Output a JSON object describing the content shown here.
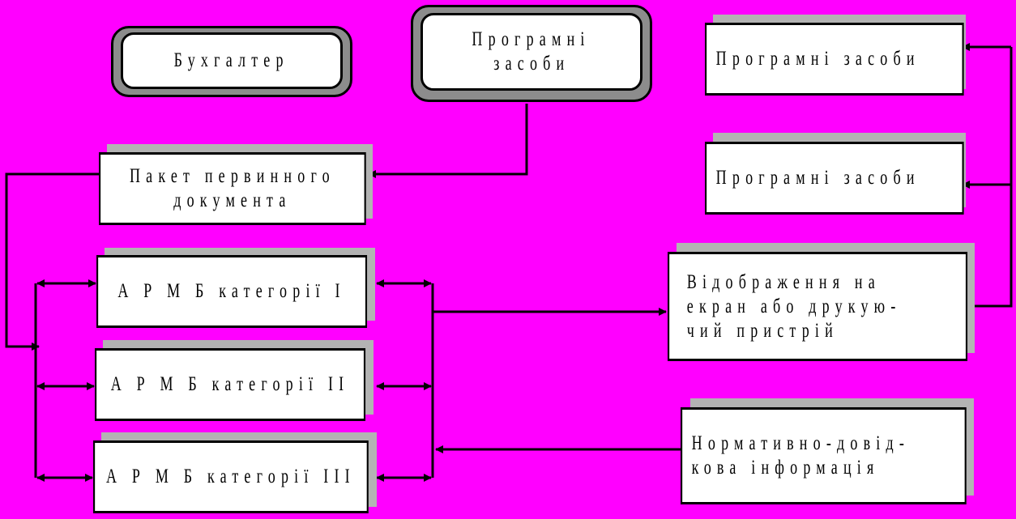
{
  "colors": {
    "background": "#ff00ff",
    "box_fill": "#ffffff",
    "shadow": "#b3b3b3",
    "border": "#000000"
  },
  "nodes": {
    "accountant": {
      "label": "Бухгалтер"
    },
    "software_top": {
      "lines": [
        "Програмні",
        "засоби"
      ]
    },
    "software_right_1": {
      "label": "Програмні засоби"
    },
    "software_right_2": {
      "label": "Програмні засоби"
    },
    "primary_doc_package": {
      "lines": [
        "Пакет первинного",
        "документа"
      ]
    },
    "arm_cat_1": {
      "label": "А Р М Б категорії І"
    },
    "arm_cat_2": {
      "label": "А Р М Б категорії ІІ"
    },
    "arm_cat_3": {
      "label": "А Р М Б категорії ІІІ"
    },
    "display_output": {
      "lines": [
        "Відображення на",
        "екран або друкую-",
        "чий пристрій"
      ]
    },
    "reference_info": {
      "lines": [
        "Нормативно-довід-",
        "кова інформація"
      ]
    }
  }
}
